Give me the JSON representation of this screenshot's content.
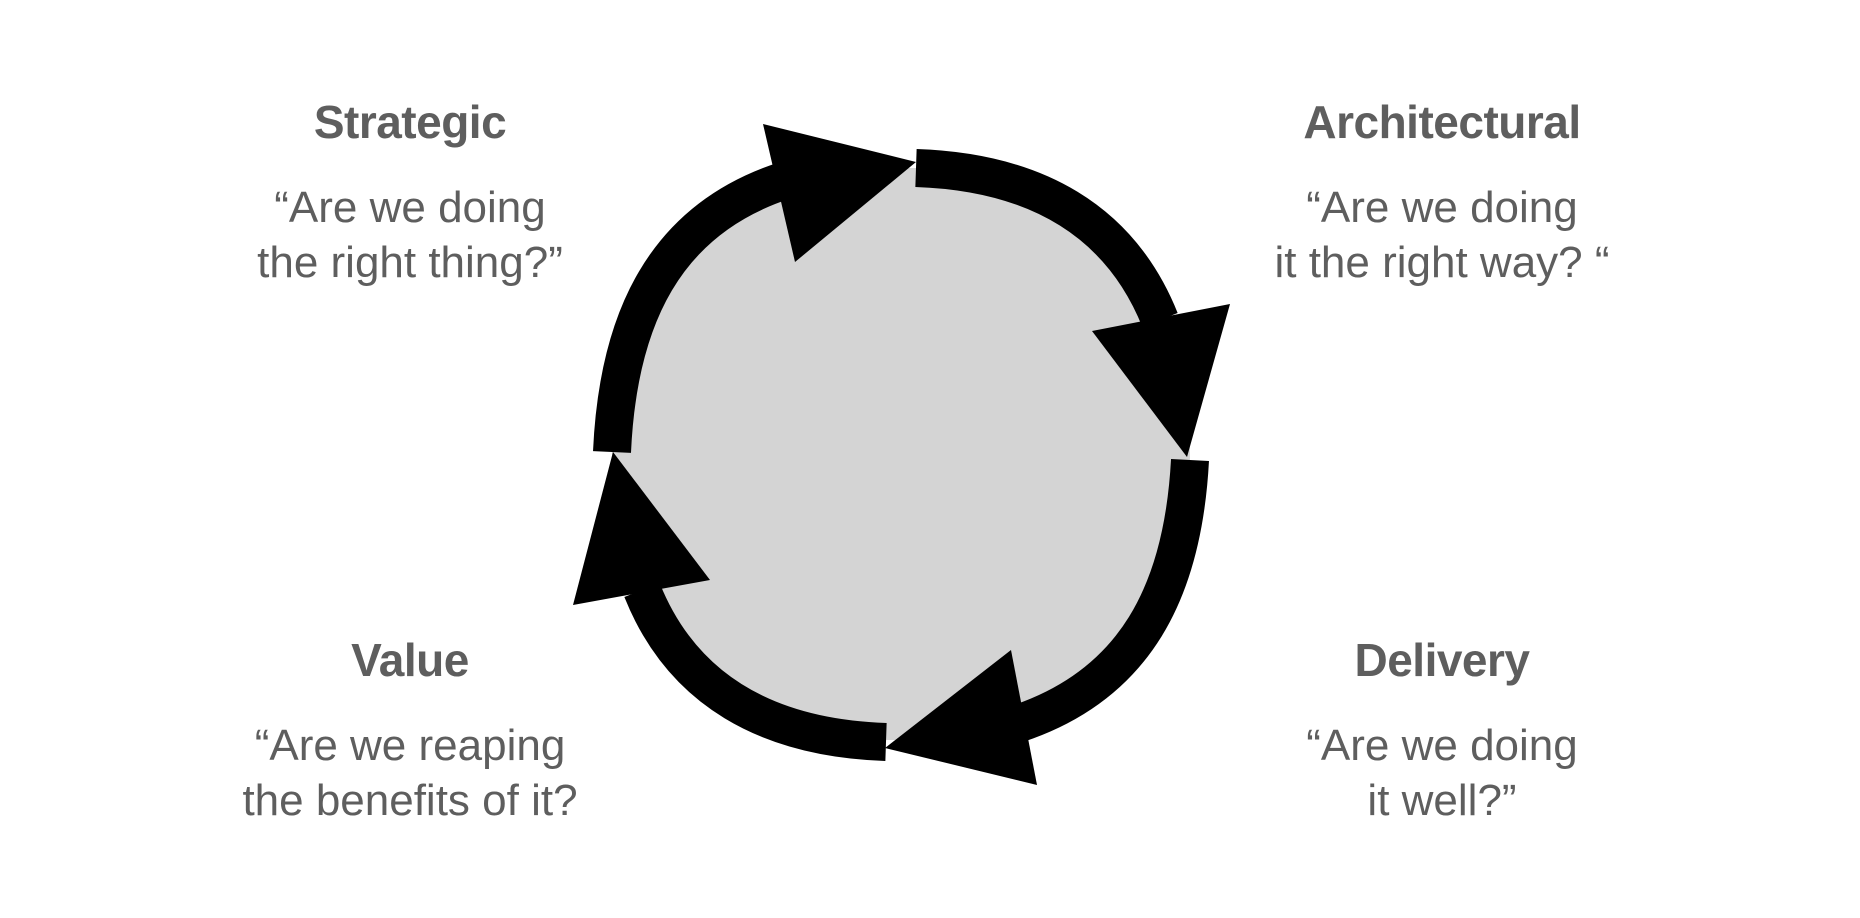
{
  "diagram": {
    "colors": {
      "text": "#5e5e5e",
      "center_fill": "#d4d4d4",
      "arrow": "#000000",
      "background": "#ffffff"
    },
    "quadrants": {
      "strategic": {
        "title": "Strategic",
        "question_line1": "“Are we doing",
        "question_line2": "the right thing?”"
      },
      "architectural": {
        "title": "Architectural",
        "question_line1": "“Are we doing",
        "question_line2": "it the right way? “"
      },
      "value": {
        "title": "Value",
        "question_line1": "“Are we reaping",
        "question_line2": "the benefits of it?"
      },
      "delivery": {
        "title": "Delivery",
        "question_line1": "“Are we doing",
        "question_line2": "it well?”"
      }
    },
    "cycle": {
      "direction": "clockwise",
      "arrow_count": 4
    }
  }
}
